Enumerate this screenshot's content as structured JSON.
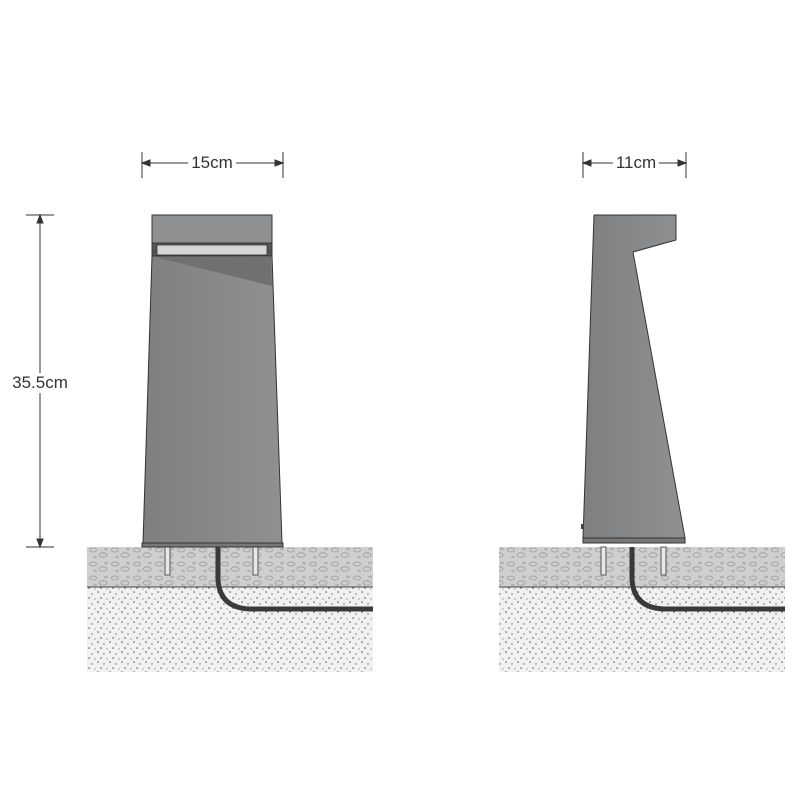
{
  "dimensions": {
    "front_width": "15cm",
    "side_depth": "11cm",
    "height": "35.5cm"
  },
  "colors": {
    "body": "#8a8b8d",
    "body_dark": "#6f7072",
    "light_strip": "#d4d5d7",
    "gravel": "#cfcfcf",
    "soil": "#f2f2f2",
    "cable": "#3a3a3a"
  }
}
